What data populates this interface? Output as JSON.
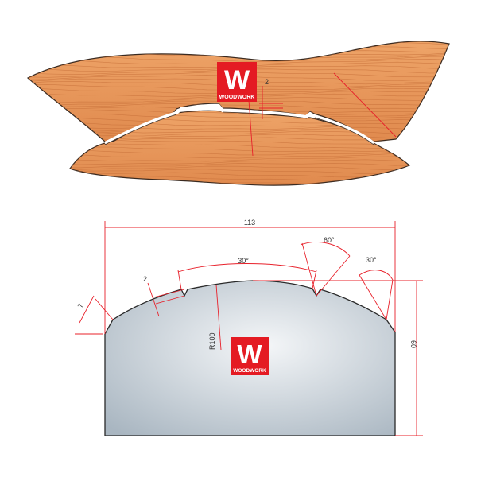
{
  "logo": {
    "letter": "W",
    "wordmark": "WOODWORK",
    "color": "#e41b23"
  },
  "wood": {
    "base_color": "#e8975c",
    "grain_color": "#c7703a",
    "outline_color": "#3a2a20"
  },
  "top_view": {
    "dim_gap": "2"
  },
  "profile": {
    "fill_light": "#f4f6f8",
    "fill_dark": "#a9b6c1",
    "dimensions": {
      "width": "113",
      "height": "60",
      "edge_chamfer": "7",
      "groove_depth": "2",
      "radius": "R100",
      "angle_center": "30°",
      "angle_v": "60°",
      "angle_right": "30°"
    }
  }
}
